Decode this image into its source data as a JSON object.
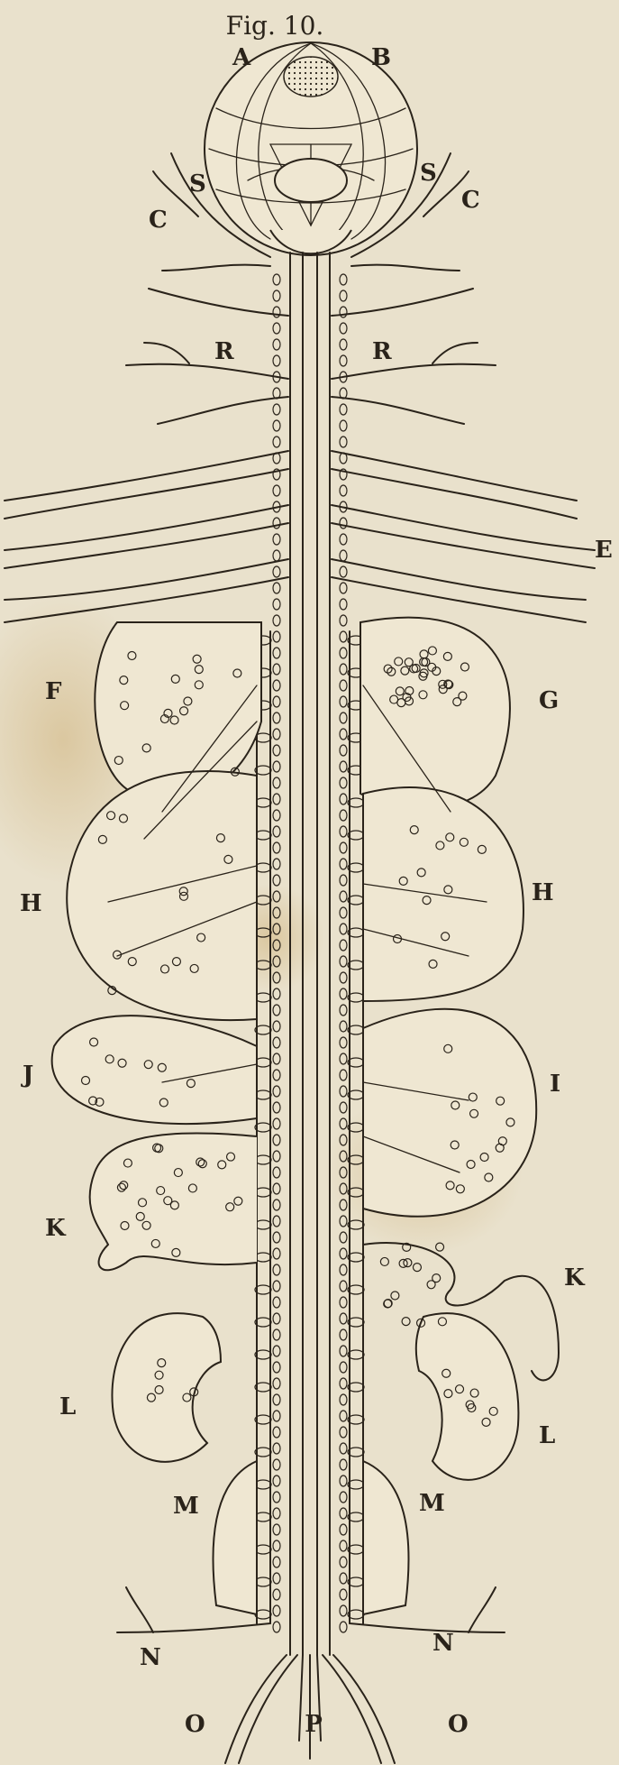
{
  "figure": {
    "title": "Fig. 10.",
    "labels": {
      "A": "A",
      "B": "B",
      "S_left": "S",
      "S_right": "S",
      "C_left": "C",
      "C_right": "C",
      "R_left": "R",
      "R_right": "R",
      "E": "E",
      "F": "F",
      "G": "G",
      "H_left": "H",
      "H_right": "H",
      "J": "J",
      "I": "I",
      "K_left": "K",
      "K_right": "K",
      "L_left": "L",
      "L_right": "L",
      "M_left": "M",
      "M_right": "M",
      "N_left": "N",
      "N_right": "N",
      "O_left": "O",
      "O_right": "O",
      "P": "P"
    }
  },
  "colors": {
    "paper": "#e9e1cc",
    "ink": "#2a231a",
    "stain": "#c9a86a"
  }
}
